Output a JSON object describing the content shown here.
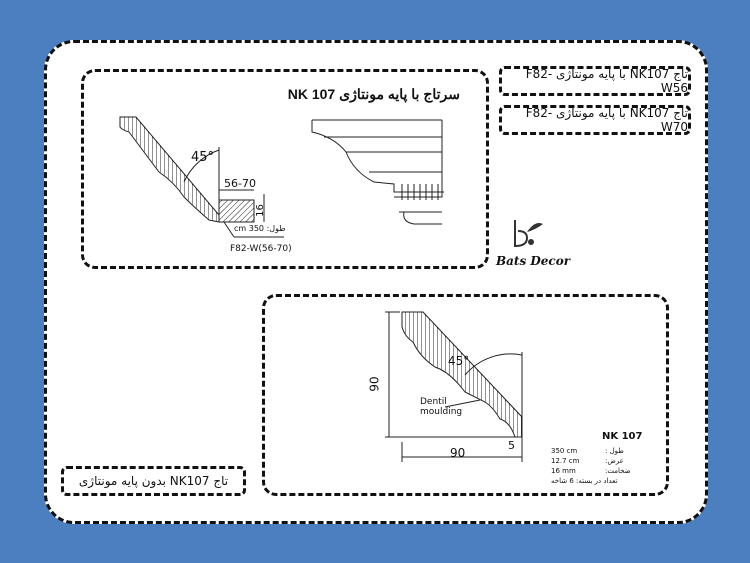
{
  "labels": {
    "w56": "تاج NK107 با پایه مونتاژی F82-W56",
    "w70": "تاج NK107 با پایه مونتاژی F82-W70",
    "nobase": "تاج NK107 بدون پایه مونتاژی"
  },
  "top_panel": {
    "title": "سرتاج با پایه مونتاژی NK 107",
    "angle": "45°",
    "width_dim": "56-70",
    "height_dim": "16",
    "length": "طول: 350 cm",
    "base_code": "F82-W(56-70)"
  },
  "logo": {
    "text": "Bats Decor"
  },
  "bottom_panel": {
    "angle": "45°",
    "height_dim": "90",
    "width_dim": "90",
    "offset_dim": "5",
    "dentil_label_1": "Dentil",
    "dentil_label_2": "moulding",
    "model": "NK 107",
    "specs": [
      {
        "key": "طول :",
        "value": "350 cm"
      },
      {
        "key": "عرض:",
        "value": "12.7 cm"
      },
      {
        "key": "ضخامت:",
        "value": "16 mm"
      }
    ],
    "pack": "تعداد در بسته: 6 شاخه"
  }
}
